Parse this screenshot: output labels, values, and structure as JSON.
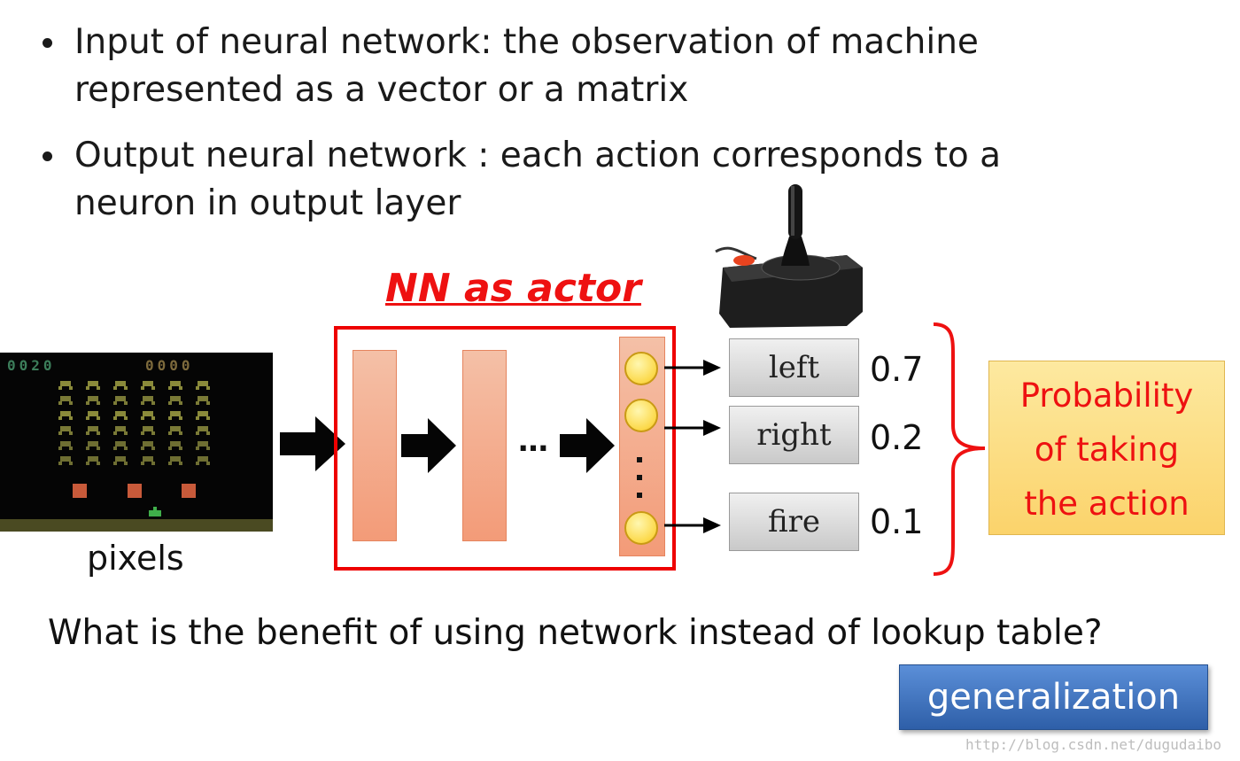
{
  "bullets": [
    {
      "line1": "Input of neural network: the observation of machine",
      "line2": "represented as a vector or a matrix"
    },
    {
      "line1": "Output neural network : each action corresponds to a",
      "line2": "neuron in output layer"
    }
  ],
  "diagram": {
    "title": "NN as actor",
    "input_label": "pixels",
    "ellipsis": "…",
    "actions": [
      {
        "label": "left",
        "probability": "0.7"
      },
      {
        "label": "right",
        "probability": "0.2"
      },
      {
        "label": "fire",
        "probability": "0.1"
      }
    ],
    "probability_box": {
      "line1": "Probability",
      "line2": "of taking",
      "line3": "the action"
    },
    "game_score_left": "0020",
    "game_score_right": "0000"
  },
  "question": "What is the benefit of using network instead of lookup table?",
  "answer_button": "generalization",
  "watermark": "http://blog.csdn.net/dugudaibo",
  "colors": {
    "accent_red": "#ee1111",
    "button_blue": "#3a6fbf",
    "layer_fill": "#f3a889",
    "prob_box_fill": "#fcdb80"
  }
}
